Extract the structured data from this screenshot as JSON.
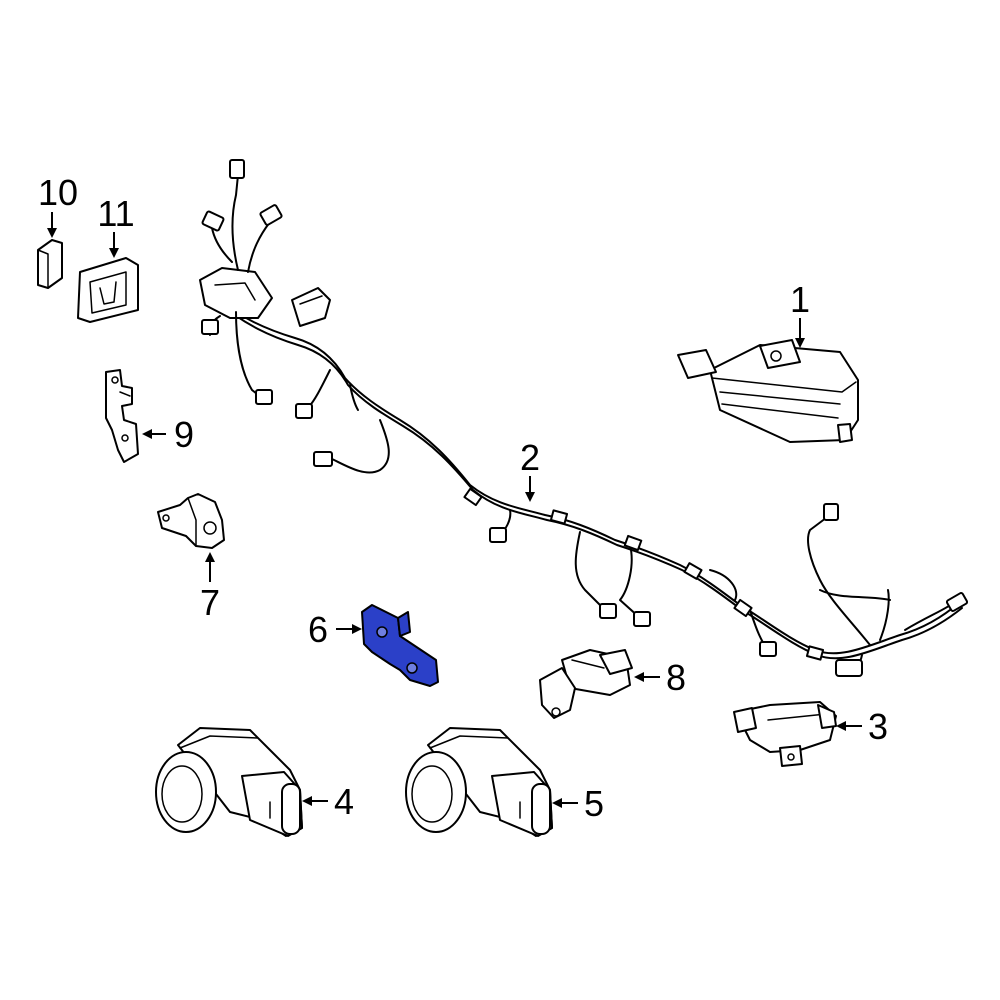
{
  "callouts": [
    {
      "id": "c1",
      "number": "1",
      "part": "module"
    },
    {
      "id": "c2",
      "number": "2",
      "part": "wiring-harness"
    },
    {
      "id": "c3",
      "number": "3",
      "part": "sensor-bracket-right"
    },
    {
      "id": "c4",
      "number": "4",
      "part": "park-sensor"
    },
    {
      "id": "c5",
      "number": "5",
      "part": "park-sensor"
    },
    {
      "id": "c6",
      "number": "6",
      "part": "sensor-bracket-highlighted"
    },
    {
      "id": "c7",
      "number": "7",
      "part": "mount-bracket"
    },
    {
      "id": "c8",
      "number": "8",
      "part": "sensor-retainer"
    },
    {
      "id": "c9",
      "number": "9",
      "part": "clip-bracket"
    },
    {
      "id": "c10",
      "number": "10",
      "part": "cap"
    },
    {
      "id": "c11",
      "number": "11",
      "part": "seal-retainer"
    }
  ],
  "highlight_color": "#2b40c8",
  "highlighted_callout": "6"
}
